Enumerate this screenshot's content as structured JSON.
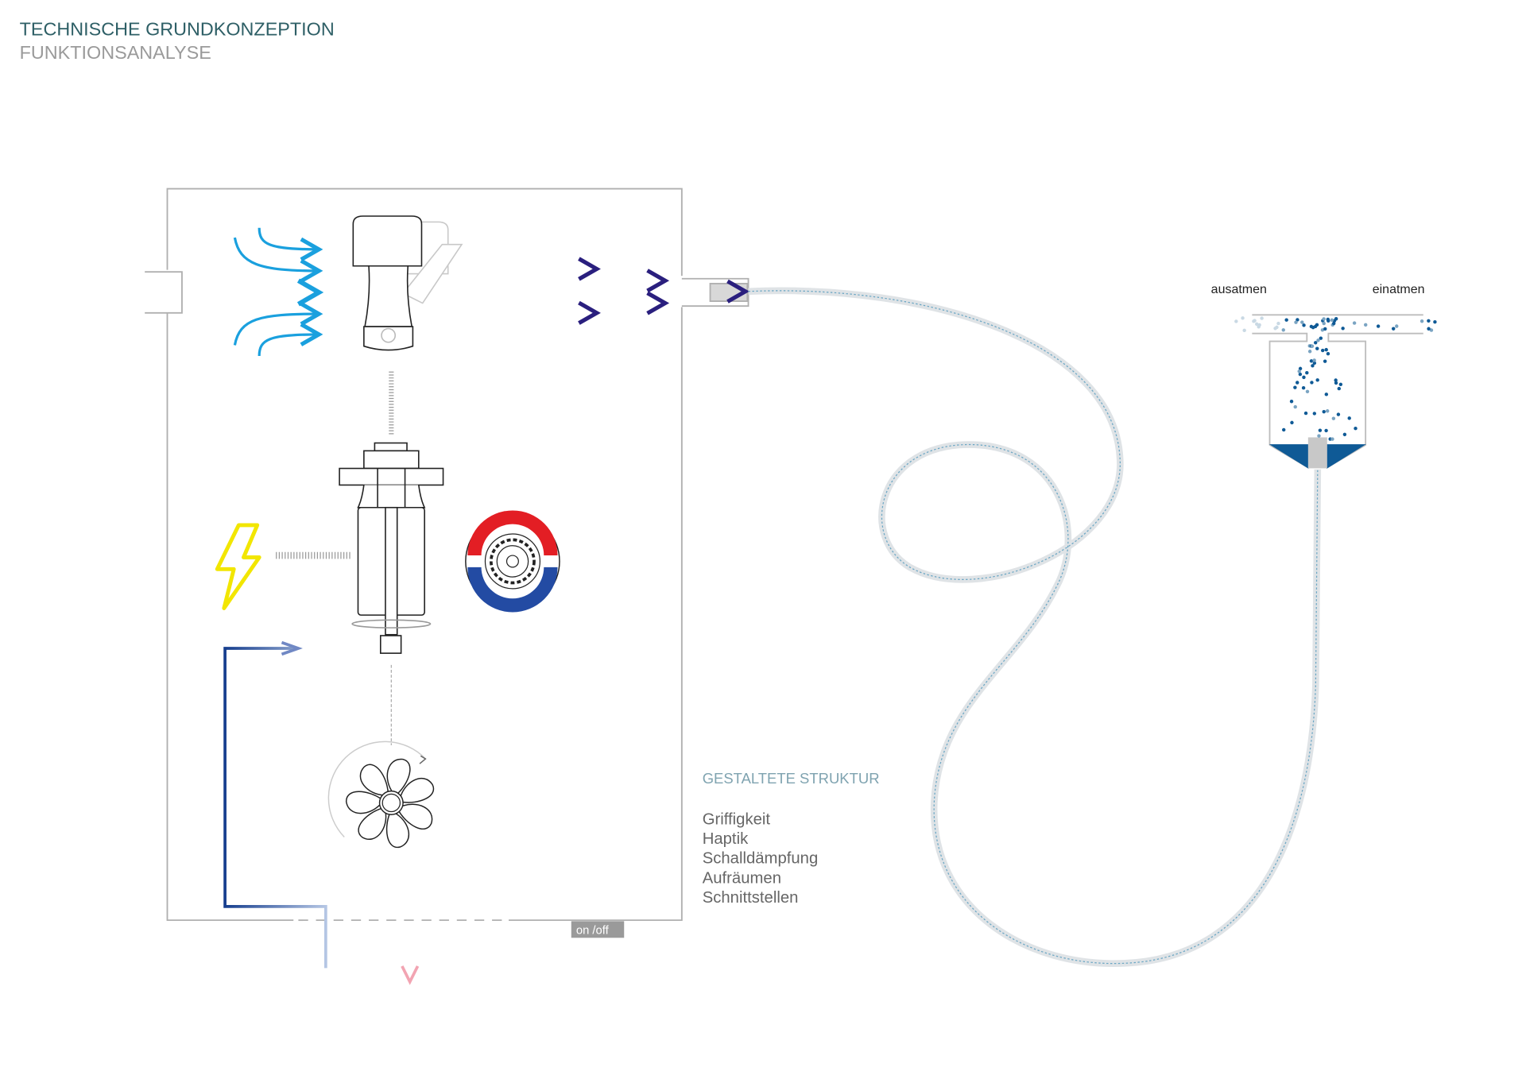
{
  "header": {
    "title": "TECHNISCHE GRUNDKONZEPTION",
    "subtitle": "FUNKTIONSANALYSE"
  },
  "device": {
    "switch_label": "on /off"
  },
  "mouthpiece": {
    "exhale_label": "ausatmen",
    "inhale_label": "einatmen"
  },
  "structure": {
    "heading": "GESTALTETE STRUKTUR",
    "items": [
      "Griffigkeit",
      "Haptik",
      "Schalldämpfung",
      "Aufräumen",
      "Schnittstellen"
    ]
  },
  "colors": {
    "title": "#2e5f66",
    "subtitle": "#9a9a9a",
    "air_in": "#1aa0de",
    "air_out": "#2a2080",
    "heat": "#d0101e",
    "return_flow": "#1a3f8f",
    "lightning": "#f2e600",
    "particles": "#0f5a96"
  }
}
